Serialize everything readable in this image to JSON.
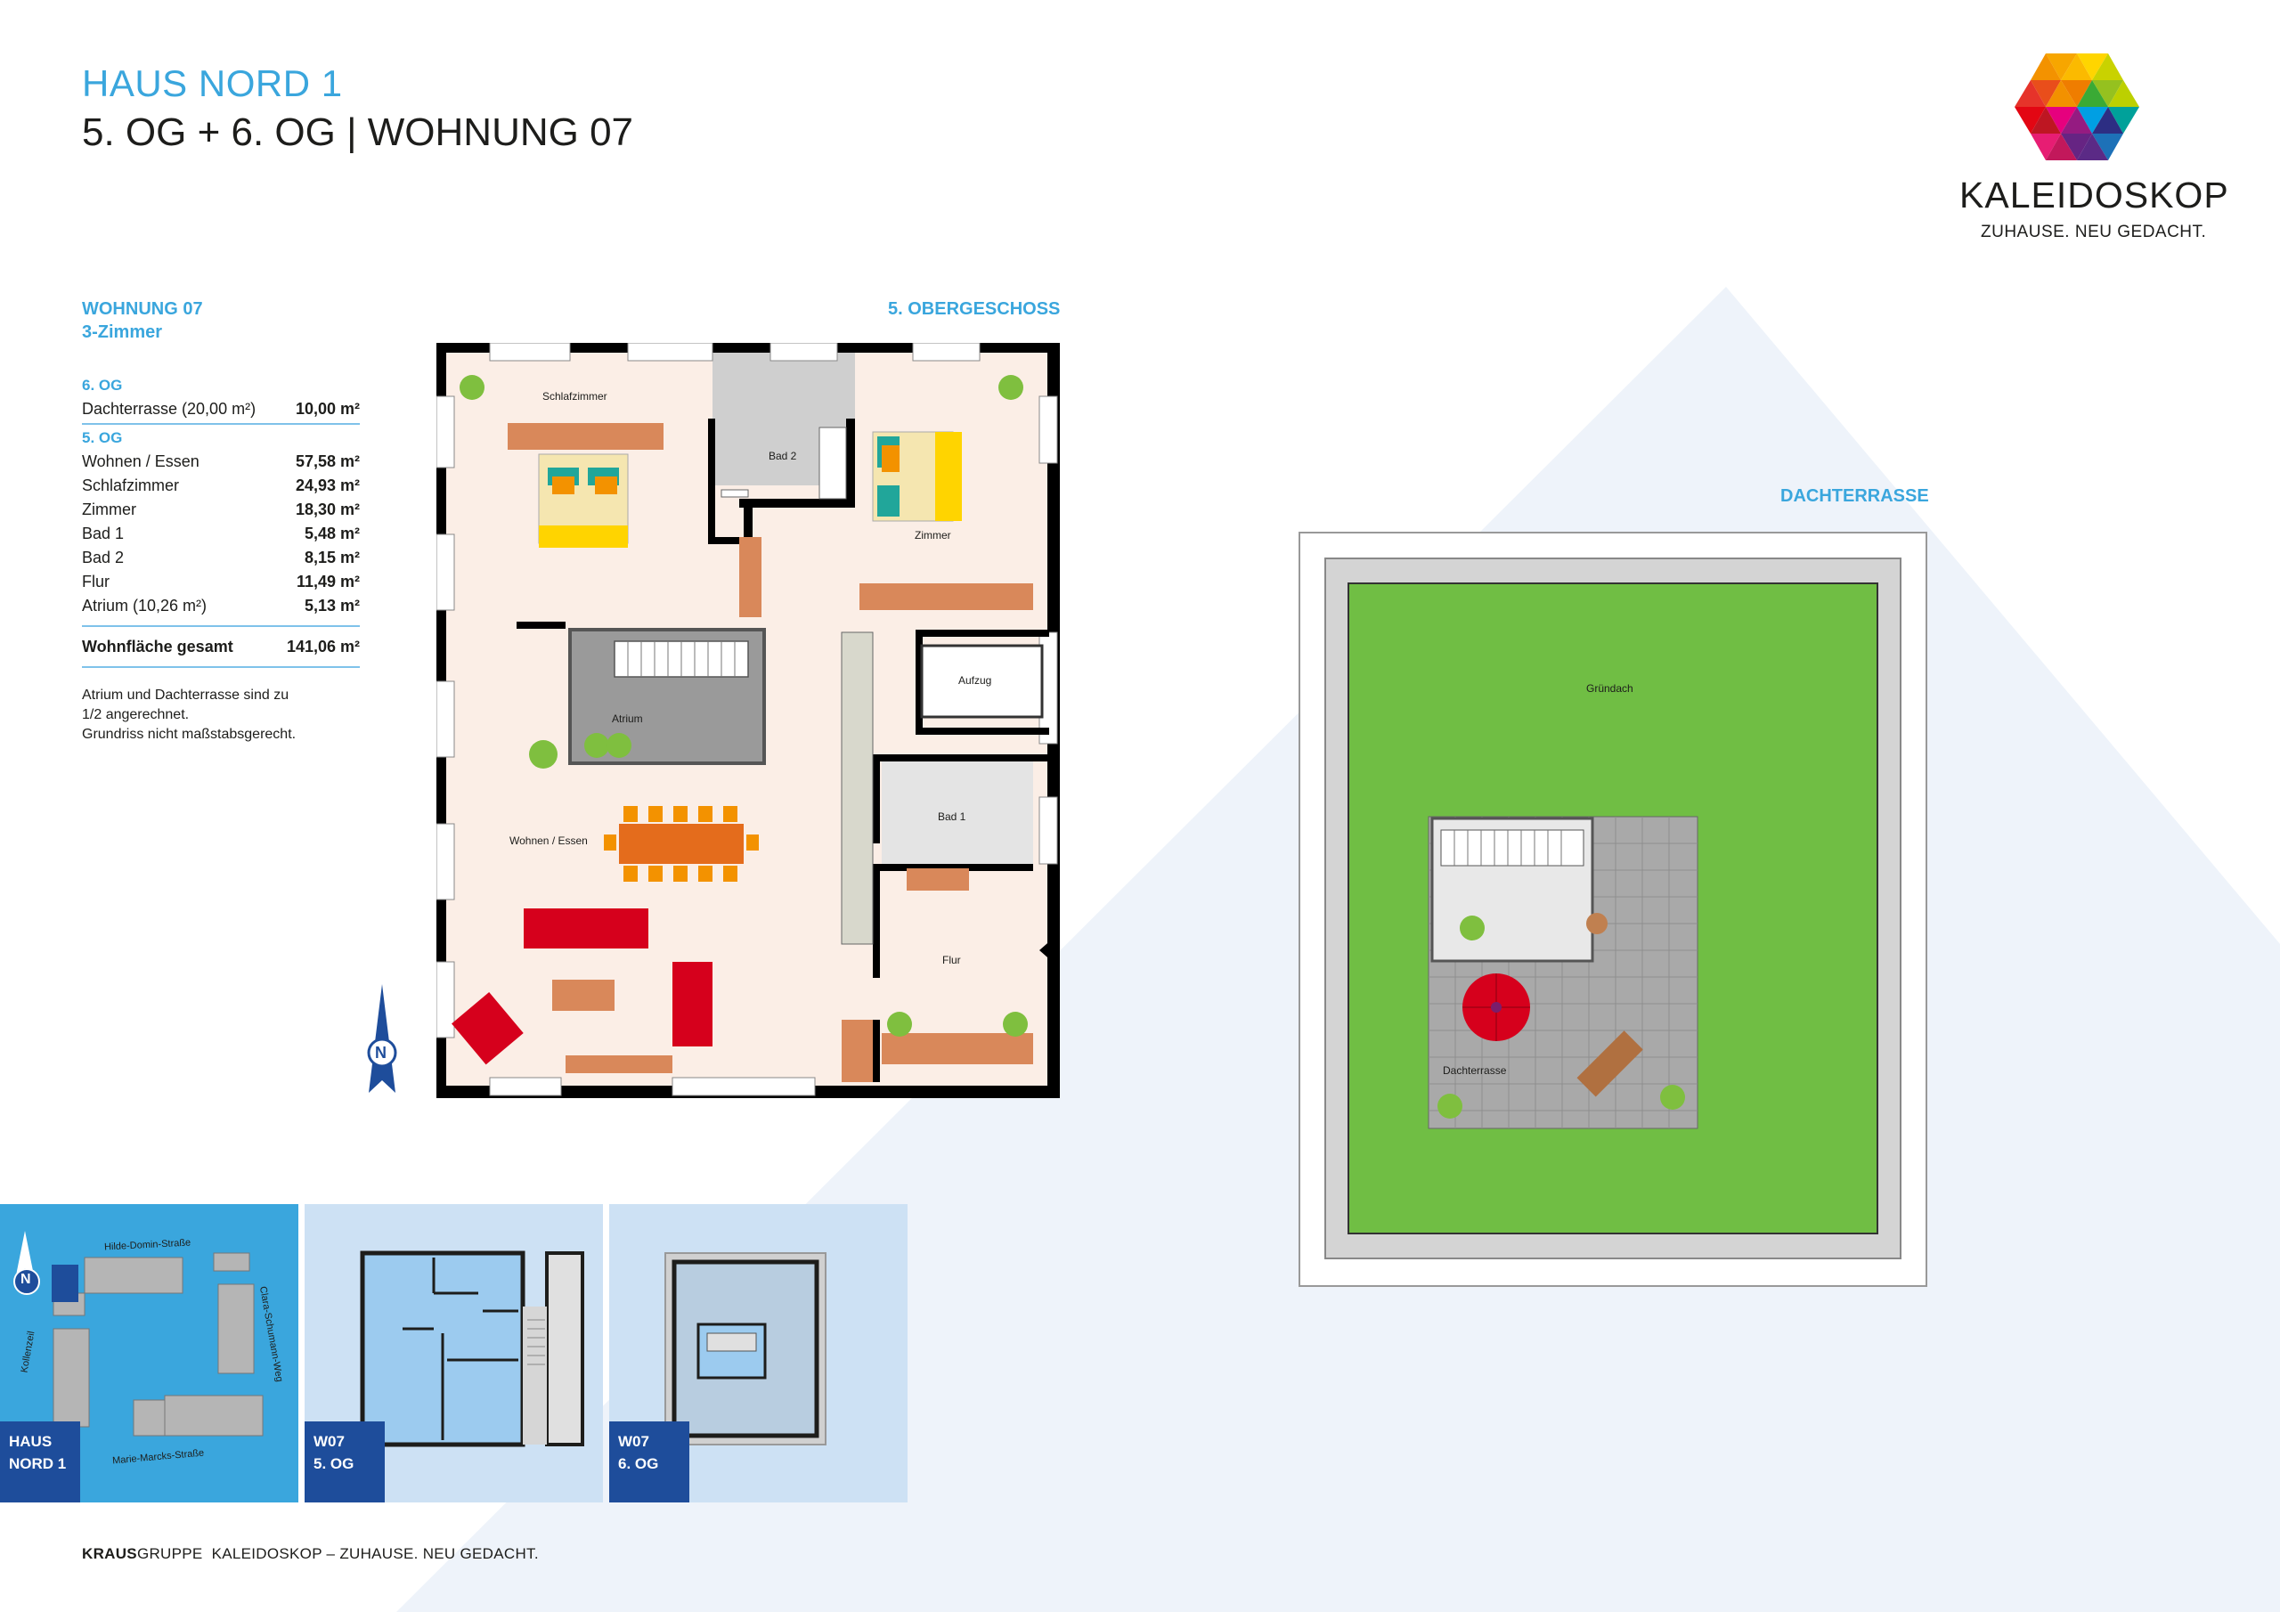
{
  "header": {
    "building": "HAUS NORD 1",
    "floors_unit": "5. OG + 6. OG | WOHNUNG 07"
  },
  "logo": {
    "name": "KALEIDOSKOP",
    "tagline": "ZUHAUSE. NEU GEDACHT."
  },
  "unit": {
    "name": "WOHNUNG 07",
    "rooms": "3-Zimmer"
  },
  "areas": {
    "og6_label": "6. OG",
    "og6": [
      {
        "room": "Dachterrasse (20,00 m²)",
        "area": "10,00 m²"
      }
    ],
    "og5_label": "5. OG",
    "og5": [
      {
        "room": "Wohnen / Essen",
        "area": "57,58 m²"
      },
      {
        "room": "Schlafzimmer",
        "area": "24,93 m²"
      },
      {
        "room": "Zimmer",
        "area": "18,30 m²"
      },
      {
        "room": "Bad 1",
        "area": "5,48 m²"
      },
      {
        "room": "Bad 2",
        "area": "8,15 m²"
      },
      {
        "room": "Flur",
        "area": "11,49 m²"
      },
      {
        "room": "Atrium (10,26 m²)",
        "area": "5,13 m²"
      }
    ],
    "total_label": "Wohnfläche gesamt",
    "total_value": "141,06 m²"
  },
  "notes": {
    "line1": "Atrium und Dachterrasse sind zu",
    "line2": "1/2 angerechnet.",
    "line3": "Grundriss nicht maßstabsgerecht."
  },
  "plan5": {
    "heading": "5. OBERGESCHOSS",
    "schlafzimmer": "Schlafzimmer",
    "bad2": "Bad 2",
    "zimmer": "Zimmer",
    "aufzug": "Aufzug",
    "atrium": "Atrium",
    "bad1": "Bad 1",
    "wohnen": "Wohnen / Essen",
    "flur": "Flur",
    "north": "N"
  },
  "plan6": {
    "heading": "DACHTERRASSE",
    "gruendach": "Gründach",
    "dachterrasse": "Dachterrasse"
  },
  "minimaps": {
    "site": {
      "label1": "HAUS",
      "label2": "NORD 1",
      "street_top": "Hilde-Domin-Straße",
      "street_right": "Clara-Schumann-Weg",
      "street_left": "Kollenzeil",
      "street_bottom": "Marie-Marcks-Straße",
      "north": "N"
    },
    "og5": {
      "label1": "W07",
      "label2": "5. OG"
    },
    "og6": {
      "label1": "W07",
      "label2": "6. OG"
    }
  },
  "footer": {
    "brand_bold": "KRAUS",
    "brand_rest": "GRUPPE",
    "text": "KALEIDOSKOP – ZUHAUSE. NEU GEDACHT."
  },
  "colors": {
    "accent_blue": "#3aa6dd",
    "navy": "#1e4d9b",
    "floor": "#fbeee6",
    "green_roof": "#70be44",
    "tile_gray": "#a9a9a9"
  }
}
